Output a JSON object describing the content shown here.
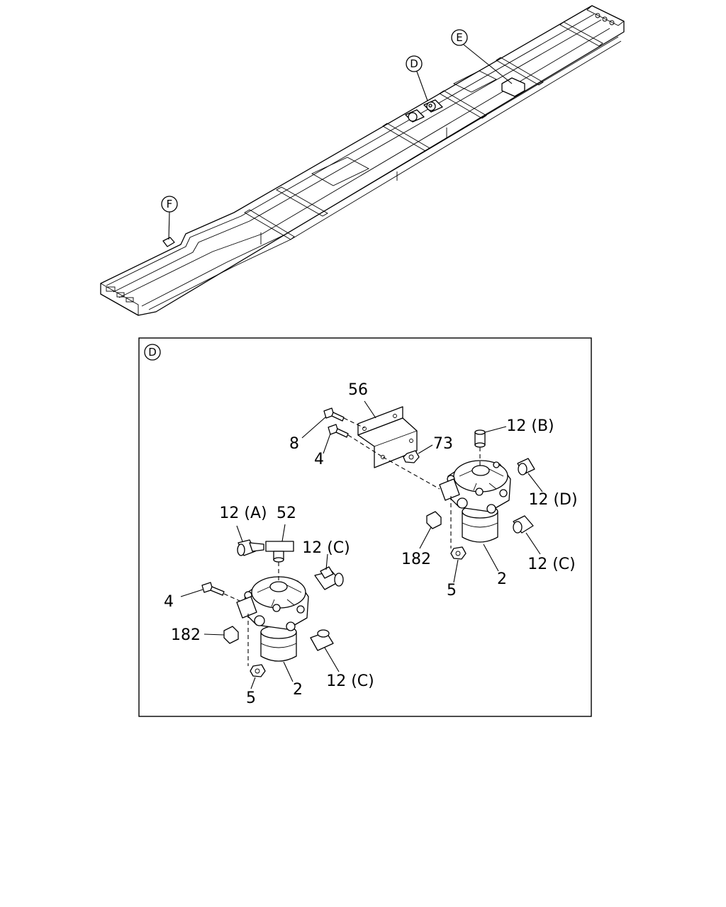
{
  "overview_callouts": {
    "d": "D",
    "e": "E",
    "f": "F"
  },
  "detail_view": {
    "view_letter": "D"
  },
  "labels": {
    "bracket": "56",
    "bolt_8": "8",
    "bolt_4_upper": "4",
    "nut_73": "73",
    "fitting_12b": "12 (B)",
    "fitting_12d": "12 (D)",
    "fitting_12c_upper": "12 (C)",
    "plug_182_upper": "182",
    "nut_5_upper": "5",
    "valve_2_upper": "2",
    "fitting_12a": "12 (A)",
    "tee_52": "52",
    "fitting_12c_mid": "12 (C)",
    "bolt_4_lower": "4",
    "plug_182_lower": "182",
    "nut_5_lower": "5",
    "valve_2_lower": "2",
    "fitting_12c_lower": "12 (C)"
  }
}
